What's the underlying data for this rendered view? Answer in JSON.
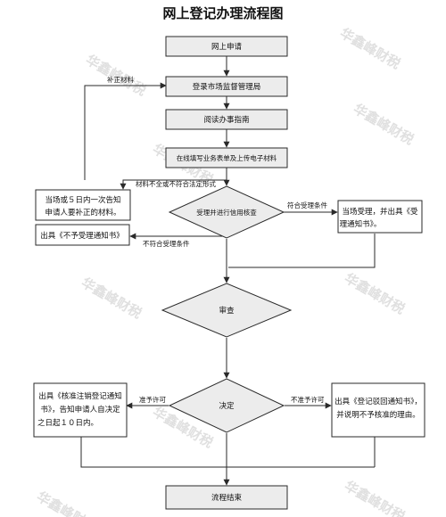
{
  "title": "网上登记办理流程图",
  "nodes": {
    "apply": "网上申请",
    "login": "登录市场监督管理局",
    "guide": "阅读办事指南",
    "fill": "在线填写业务表单及上传电子材料",
    "verify": "受理并进行信用核查",
    "review": "审查",
    "decide": "决定",
    "end": "流程结束",
    "supplement": [
      "当场或５日内一次告知",
      "申请人要补正的材料。"
    ],
    "not_accept": "出具《不予受理通知书》",
    "accept": [
      "当场受理，并出具《受",
      "理通知书》。"
    ],
    "approve": [
      "出具《核准注销登记通知",
      "书》，告知申请人自决定",
      "之日起１０日内。"
    ],
    "reject": [
      "出具《登记驳回通知书》，",
      "并说明不予核准的理由。"
    ]
  },
  "edges": {
    "supplement_material": "补正材料",
    "incomplete": "材料不全或不符合法定形式",
    "meets": "符合受理条件",
    "not_meets": "不符合受理条件",
    "approved": "准予许可",
    "not_approved": "不准予许可"
  },
  "watermark": "华鑫峰财税",
  "colors": {
    "box_fill": "#ececec",
    "line": "#2a2a2a"
  }
}
